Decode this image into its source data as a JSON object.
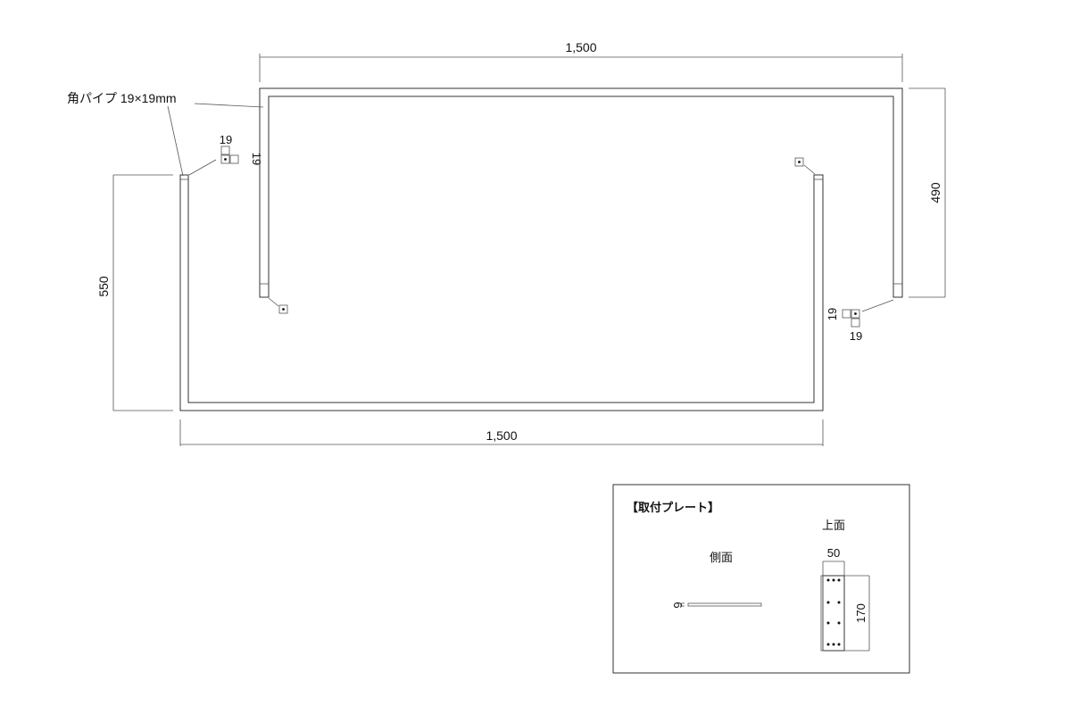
{
  "dimensions": {
    "top_width": "1,500",
    "bottom_width": "1,500",
    "right_height": "490",
    "left_height": "550"
  },
  "pipe_label": "角パイプ 19×19mm",
  "section_left": {
    "w": "19",
    "h": "19"
  },
  "section_right": {
    "w": "19",
    "h": "19"
  },
  "plate": {
    "title": "【取付プレート】",
    "side_label": "側面",
    "top_label": "上面",
    "thickness": "6",
    "width": "50",
    "length": "170"
  }
}
